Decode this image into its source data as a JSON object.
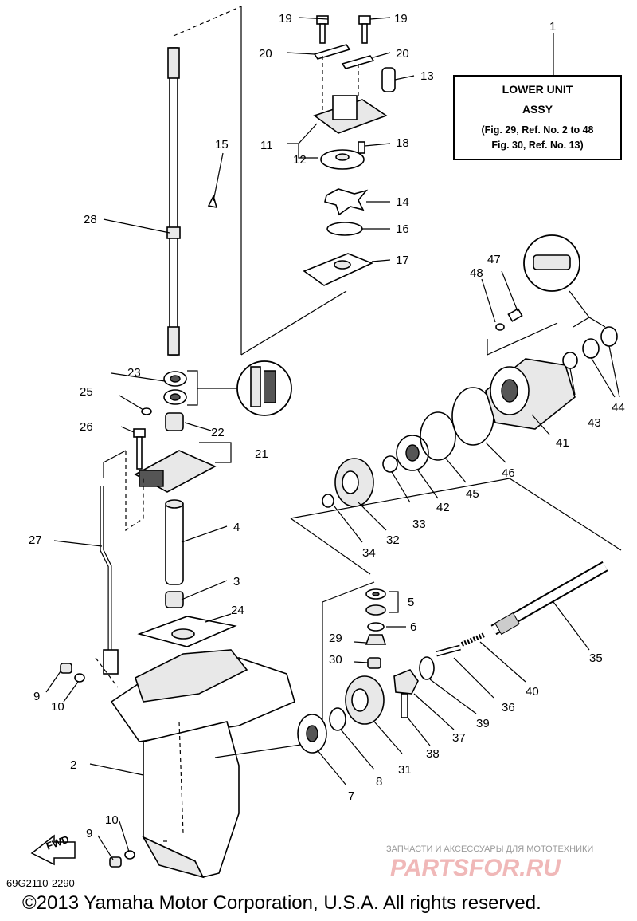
{
  "assembly_box": {
    "ref_no": "1",
    "title_line1": "LOWER UNIT",
    "title_line2": "ASSY",
    "ref_line1": "(Fig. 29, Ref. No. 2 to 48",
    "ref_line2": "Fig. 30, Ref. No. 13)"
  },
  "callouts": [
    "1",
    "2",
    "3",
    "4",
    "5",
    "6",
    "7",
    "8",
    "9",
    "10",
    "11",
    "12",
    "13",
    "14",
    "15",
    "16",
    "17",
    "18",
    "19",
    "20",
    "21",
    "22",
    "23",
    "24",
    "25",
    "26",
    "27",
    "28",
    "29",
    "30",
    "31",
    "32",
    "33",
    "34",
    "35",
    "36",
    "37",
    "38",
    "39",
    "40",
    "41",
    "42",
    "43",
    "44",
    "45",
    "46",
    "47",
    "48"
  ],
  "forward_label": "FWD",
  "diagram_code": "69G2110-2290",
  "watermark": {
    "line1": "ЗАПЧАСТИ И АКСЕССУАРЫ ДЛЯ МОТОТЕХНИКИ",
    "line2": "PARTSFOR.RU"
  },
  "copyright": "©2013 Yamaha Motor Corporation, U.S.A. All rights reserved."
}
